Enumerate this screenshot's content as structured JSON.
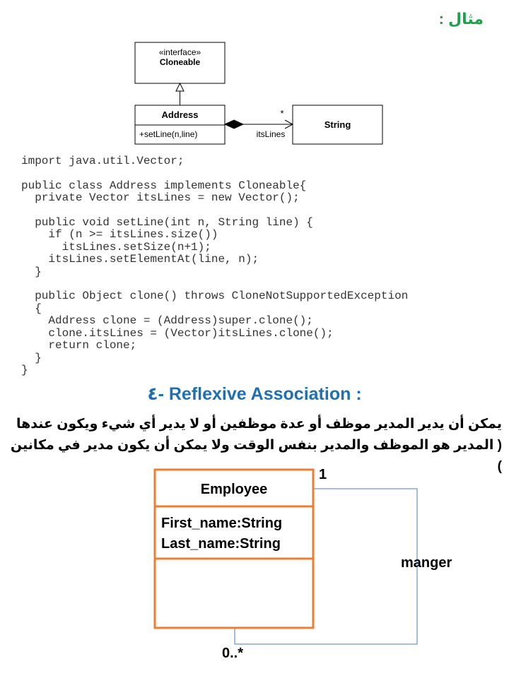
{
  "example_title": "مثال :",
  "class_diagram": {
    "interface_box": {
      "stereotype": "«interface»",
      "name": "Cloneable"
    },
    "class_box": {
      "name": "Address",
      "operation": "+setLine(n,line)"
    },
    "target_box": {
      "name": "String"
    },
    "association": {
      "role": "itsLines",
      "multiplicity": "*"
    }
  },
  "code_lines": [
    "import java.util.Vector;",
    "",
    "public class Address implements Cloneable{",
    "  private Vector itsLines = new Vector();",
    "",
    "  public void setLine(int n, String line) {",
    "    if (n >= itsLines.size())",
    "      itsLines.setSize(n+1);",
    "    itsLines.setElementAt(line, n);",
    "  }",
    "",
    "  public Object clone() throws CloneNotSupportedException",
    "  {",
    "    Address clone = (Address)super.clone();",
    "    clone.itsLines = (Vector)itsLines.clone();",
    "    return clone;",
    "  }",
    "}"
  ],
  "section_title": "٤- Reflexive Association :",
  "arabic_paragraph": "يمكن أن يدير المدير موظف أو عدة موظفين أو لا يدير أي شيء ويكون عندها ( المدير هو الموظف والمدير بنفس الوقت ولا يمكن أن يكون مدير في مكانين )",
  "employee_diagram": {
    "class_name": "Employee",
    "attributes": [
      "First_name:String",
      "Last_name:String"
    ],
    "multiplicity_top": "1",
    "multiplicity_bottom": "0..*",
    "role": "manger"
  }
}
